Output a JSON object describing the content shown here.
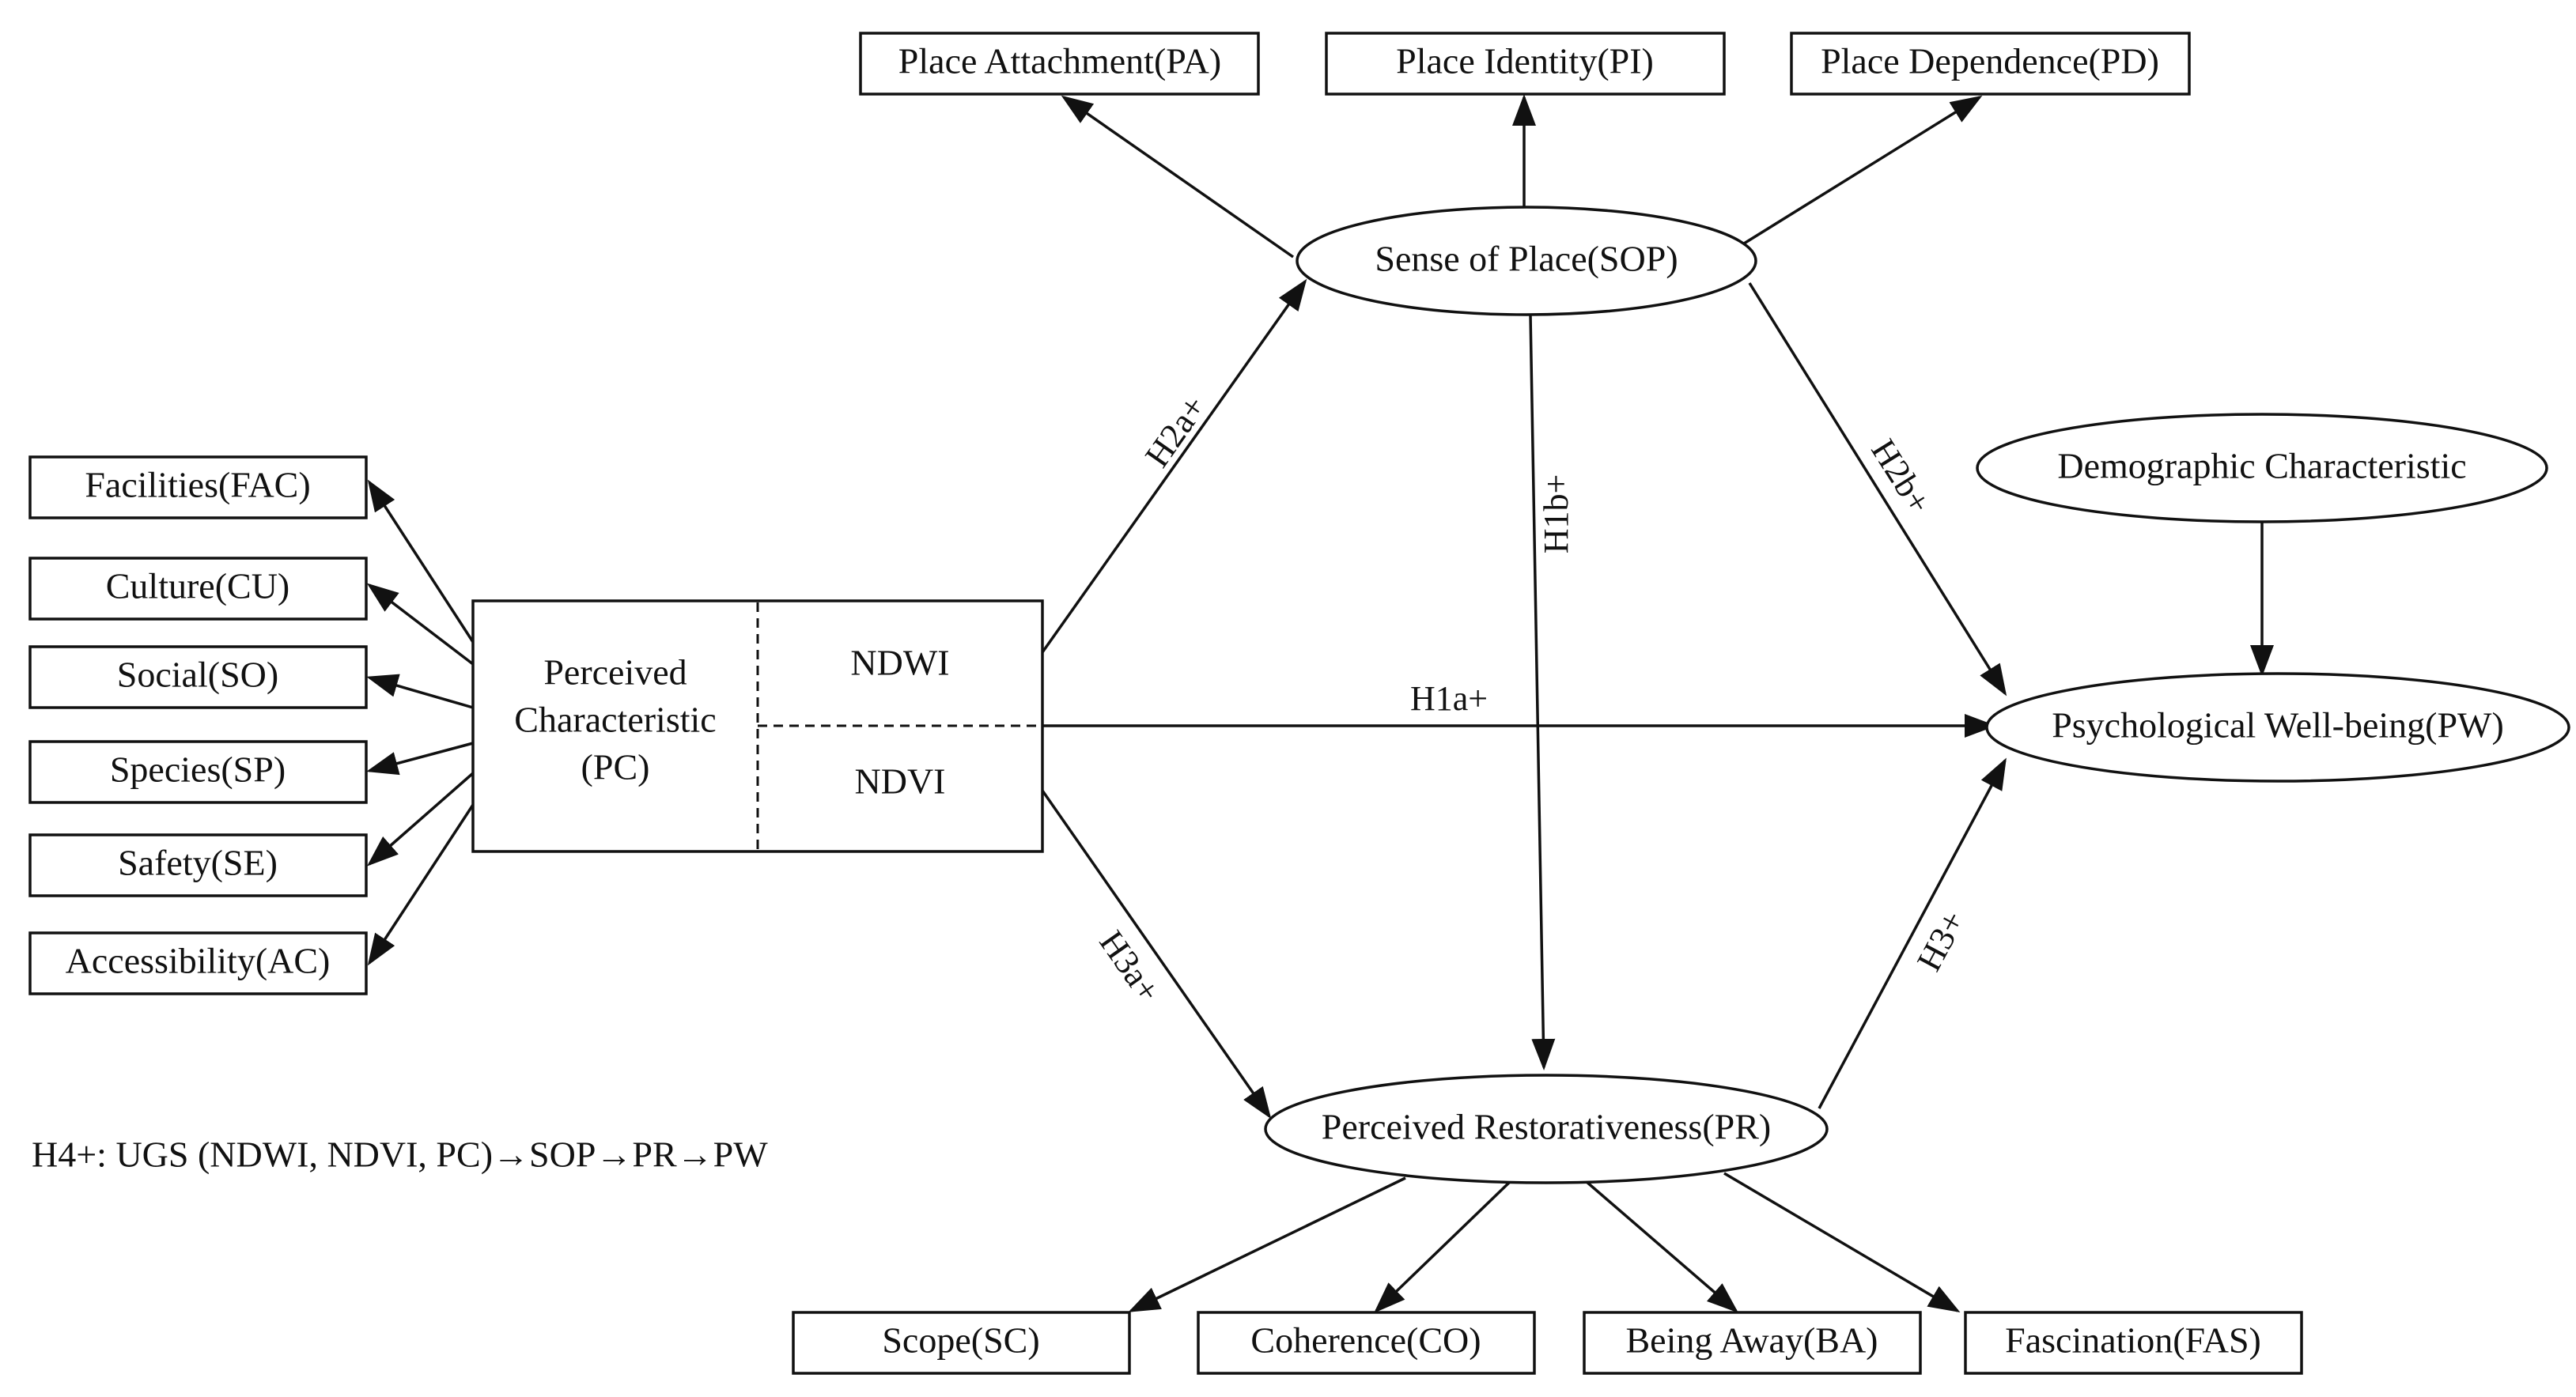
{
  "nodes": {
    "facilities": "Facilities(FAC)",
    "culture": "Culture(CU)",
    "social": "Social(SO)",
    "species": "Species(SP)",
    "safety": "Safety(SE)",
    "accessibility": "Accessibility(AC)",
    "pc_line1": "Perceived",
    "pc_line2": "Characteristic",
    "pc_line3": "(PC)",
    "ndwi": "NDWI",
    "ndvi": "NDVI",
    "place_attachment": "Place Attachment(PA)",
    "place_identity": "Place Identity(PI)",
    "place_dependence": "Place Dependence(PD)",
    "sense_of_place": "Sense of Place(SOP)",
    "demographic": "Demographic Characteristic",
    "psych_wellbeing": "Psychological Well-being(PW)",
    "perceived_restorativeness": "Perceived Restorativeness(PR)",
    "scope": "Scope(SC)",
    "coherence": "Coherence(CO)",
    "being_away": "Being Away(BA)",
    "fascination": "Fascination(FAS)"
  },
  "hypotheses": {
    "h1a": "H1a+",
    "h1b": "H1b+",
    "h2a": "H2a+",
    "h2b": "H2b+",
    "h3a": "H3a+",
    "h3": "H3+",
    "h4_note": "H4+: UGS (NDWI, NDVI, PC)→SOP→PR→PW"
  }
}
